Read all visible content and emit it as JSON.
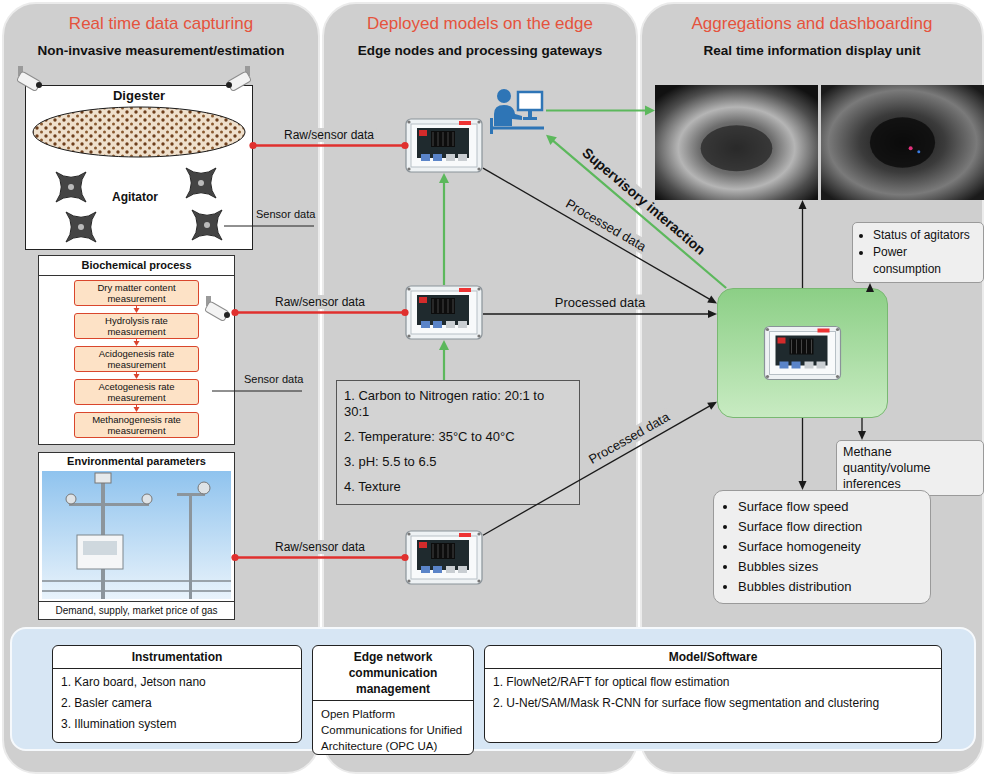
{
  "diagram": {
    "nodes": [
      {
        "text": [
          "Real time data capturing",
          "Non-invasive measurement/estimation"
        ]
      },
      {
        "text": [
          "Digester",
          "Agitator"
        ],
        "in": 0
      },
      {
        "text": [
          "Biochemical process"
        ],
        "in": 0
      },
      {
        "text": [
          "Dry matter content measurement"
        ],
        "in": 2
      },
      {
        "text": [
          "Hydrolysis rate measurement"
        ],
        "in": 2
      },
      {
        "text": [
          "Acidogenesis rate measurement"
        ],
        "in": 2
      },
      {
        "text": [
          "Acetogenesis rate measurement"
        ],
        "in": 2
      },
      {
        "text": [
          "Methanogenesis rate measurement"
        ],
        "in": 2
      },
      {
        "text": [
          "Environmental parameters",
          "Demand, supply, market price of gas"
        ],
        "in": 0
      },
      {
        "text": [
          "Deployed models on the edge",
          "Edge nodes and processing gateways"
        ]
      },
      {
        "text": [],
        "in": 9
      },
      {
        "text": [],
        "in": 9
      },
      {
        "text": [],
        "in": 9
      },
      {
        "text": [
          "1. Carbon to Nitrogen ratio: 20:1 to 30:1",
          "2. Temperature: 35°C to 40°C",
          "3. pH: 5.5 to 6.5",
          "4. Texture"
        ],
        "in": 9
      },
      {
        "text": [],
        "in": 9
      },
      {
        "text": [
          "Aggregations and dashboarding",
          "Real time information display unit"
        ]
      },
      {
        "text": [],
        "in": 15
      },
      {
        "text": [
          "Status of agitators",
          "Power consumption"
        ],
        "in": 15
      },
      {
        "text": [],
        "in": 15
      },
      {
        "text": [
          "Methane quantity/volume inferences"
        ],
        "in": 15
      },
      {
        "text": [
          "Surface flow  speed",
          "Surface flow direction",
          "Surface homogeneity",
          "Bubbles sizes",
          "Bubbles distribution"
        ],
        "in": 15
      },
      {
        "text": []
      },
      {
        "text": [
          "Instrumentation",
          "1. Karo board, Jetson nano",
          "2. Basler camera",
          "3. Illumination system"
        ],
        "in": 21
      },
      {
        "text": [
          "Edge network communication management",
          "Open Platform Communications for Unified Architecture (OPC UA)"
        ],
        "in": 21
      },
      {
        "text": [
          "Model/Software",
          "1. FlowNet2/RAFT for optical flow estimation",
          "2. U-Net/SAM/Mask R-CNN for surface flow segmentation and clustering"
        ],
        "in": 21
      }
    ],
    "edges": [
      {
        "from": 1,
        "to": 10,
        "label": "Raw/sensor data",
        "arrow": "none"
      },
      {
        "from": 2,
        "to": 12,
        "label": "Raw/sensor data",
        "arrow": "none"
      },
      {
        "from": 8,
        "to": 14,
        "label": "Raw/sensor data",
        "arrow": "none"
      },
      {
        "from": 10,
        "to": 18,
        "label": "Processed data",
        "arrow": "to"
      },
      {
        "from": 12,
        "to": 18,
        "label": "Processed data",
        "arrow": "to"
      },
      {
        "from": 14,
        "to": 18,
        "label": "Processed data",
        "arrow": "to"
      },
      {
        "from": 18,
        "to": 11,
        "label": "Supervisory interaction",
        "arrow": "to"
      },
      {
        "from": 11,
        "to": 16,
        "arrow": "to"
      },
      {
        "from": 12,
        "to": 10,
        "arrow": "to"
      },
      {
        "from": 13,
        "to": 12,
        "arrow": "to"
      },
      {
        "from": 18,
        "to": 16,
        "arrow": "to"
      },
      {
        "from": 18,
        "to": 17,
        "arrow": "to"
      },
      {
        "from": 18,
        "to": 19,
        "arrow": "to"
      },
      {
        "from": 18,
        "to": 20,
        "arrow": "to"
      },
      {
        "from": 3,
        "to": 4,
        "arrow": "to"
      },
      {
        "from": 4,
        "to": 5,
        "arrow": "to"
      },
      {
        "from": 5,
        "to": 6,
        "arrow": "to"
      },
      {
        "from": 6,
        "to": 7,
        "arrow": "to"
      }
    ],
    "labels": [
      "Sensor data",
      "Sensor data"
    ]
  }
}
